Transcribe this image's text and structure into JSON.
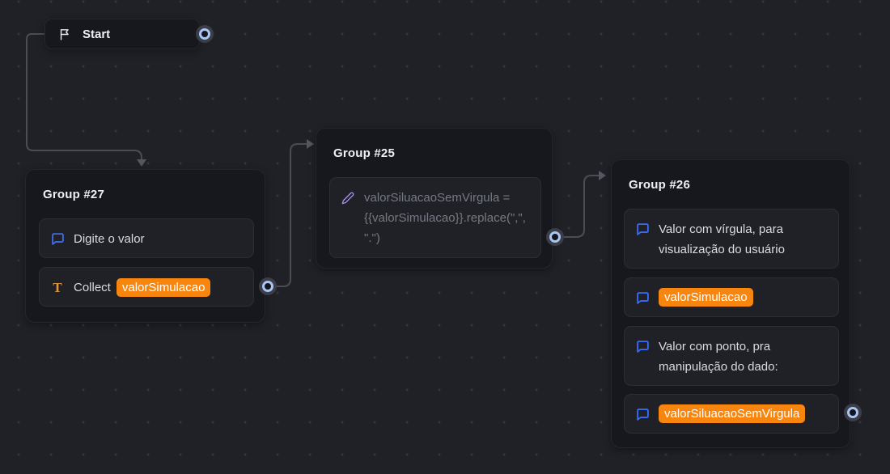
{
  "colors": {
    "accent_orange": "#f8860e",
    "bubble_icon_blue": "#3d6bf3",
    "pencil_icon_purple": "#ab90f2",
    "text_icon_amber": "#dd9440",
    "port_ring_blue": "#a9c4f7",
    "edge_gray": "#4a4d55"
  },
  "nodes": {
    "start": {
      "title": "Start"
    },
    "group27": {
      "title": "Group #27",
      "blocks": [
        {
          "type": "text-bubble",
          "label": "Digite o valor"
        },
        {
          "type": "text-input",
          "label": "Collect",
          "variable": "valorSimulacao"
        }
      ]
    },
    "group25": {
      "title": "Group #25",
      "blocks": [
        {
          "type": "script",
          "code": "valorSiluacaoSemVirgula = {{valorSimulacao}}.replace(\",\",\".\")"
        }
      ]
    },
    "group26": {
      "title": "Group #26",
      "blocks": [
        {
          "type": "text-bubble",
          "label": "Valor com vírgula, para visualização do usuário"
        },
        {
          "type": "variable-bubble",
          "variable": "valorSimulacao"
        },
        {
          "type": "text-bubble",
          "label": "Valor com ponto, pra manipulação do dado:"
        },
        {
          "type": "variable-bubble",
          "variable": "valorSiluacaoSemVirgula"
        }
      ]
    }
  }
}
